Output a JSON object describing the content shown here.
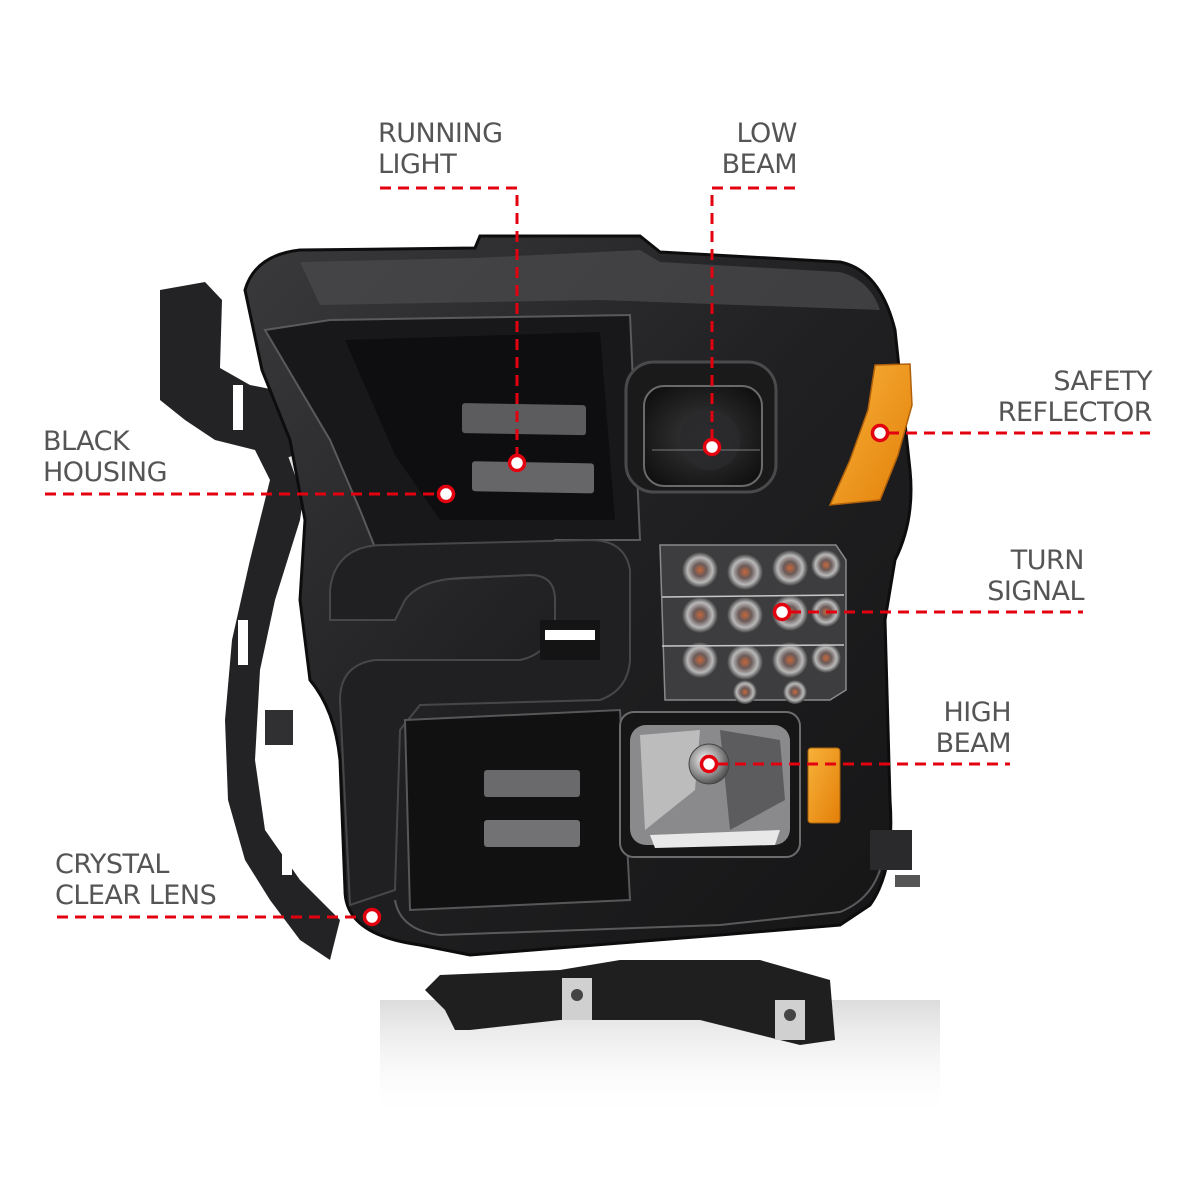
{
  "product": {
    "name": "Headlight assembly",
    "housing_color": "#1c1c1e",
    "accent_color": "#e3000f",
    "amber_color": "#f39a12"
  },
  "callouts": [
    {
      "id": "running-light",
      "lines": [
        "RUNNING",
        "LIGHT"
      ],
      "dot": [
        517,
        463
      ]
    },
    {
      "id": "low-beam",
      "lines": [
        "LOW",
        "BEAM"
      ],
      "dot": [
        712,
        447
      ]
    },
    {
      "id": "black-housing",
      "lines": [
        "BLACK",
        "HOUSING"
      ],
      "dot": [
        446,
        494
      ]
    },
    {
      "id": "safety-reflector",
      "lines": [
        "SAFETY",
        "REFLECTOR"
      ],
      "dot": [
        880,
        433
      ]
    },
    {
      "id": "turn-signal",
      "lines": [
        "TURN",
        "SIGNAL"
      ],
      "dot": [
        782,
        612
      ]
    },
    {
      "id": "high-beam",
      "lines": [
        "HIGH",
        "BEAM"
      ],
      "dot": [
        709,
        764
      ]
    },
    {
      "id": "crystal-clear-lens",
      "lines": [
        "CRYSTAL",
        "CLEAR LENS"
      ],
      "dot": [
        372,
        917
      ]
    }
  ]
}
